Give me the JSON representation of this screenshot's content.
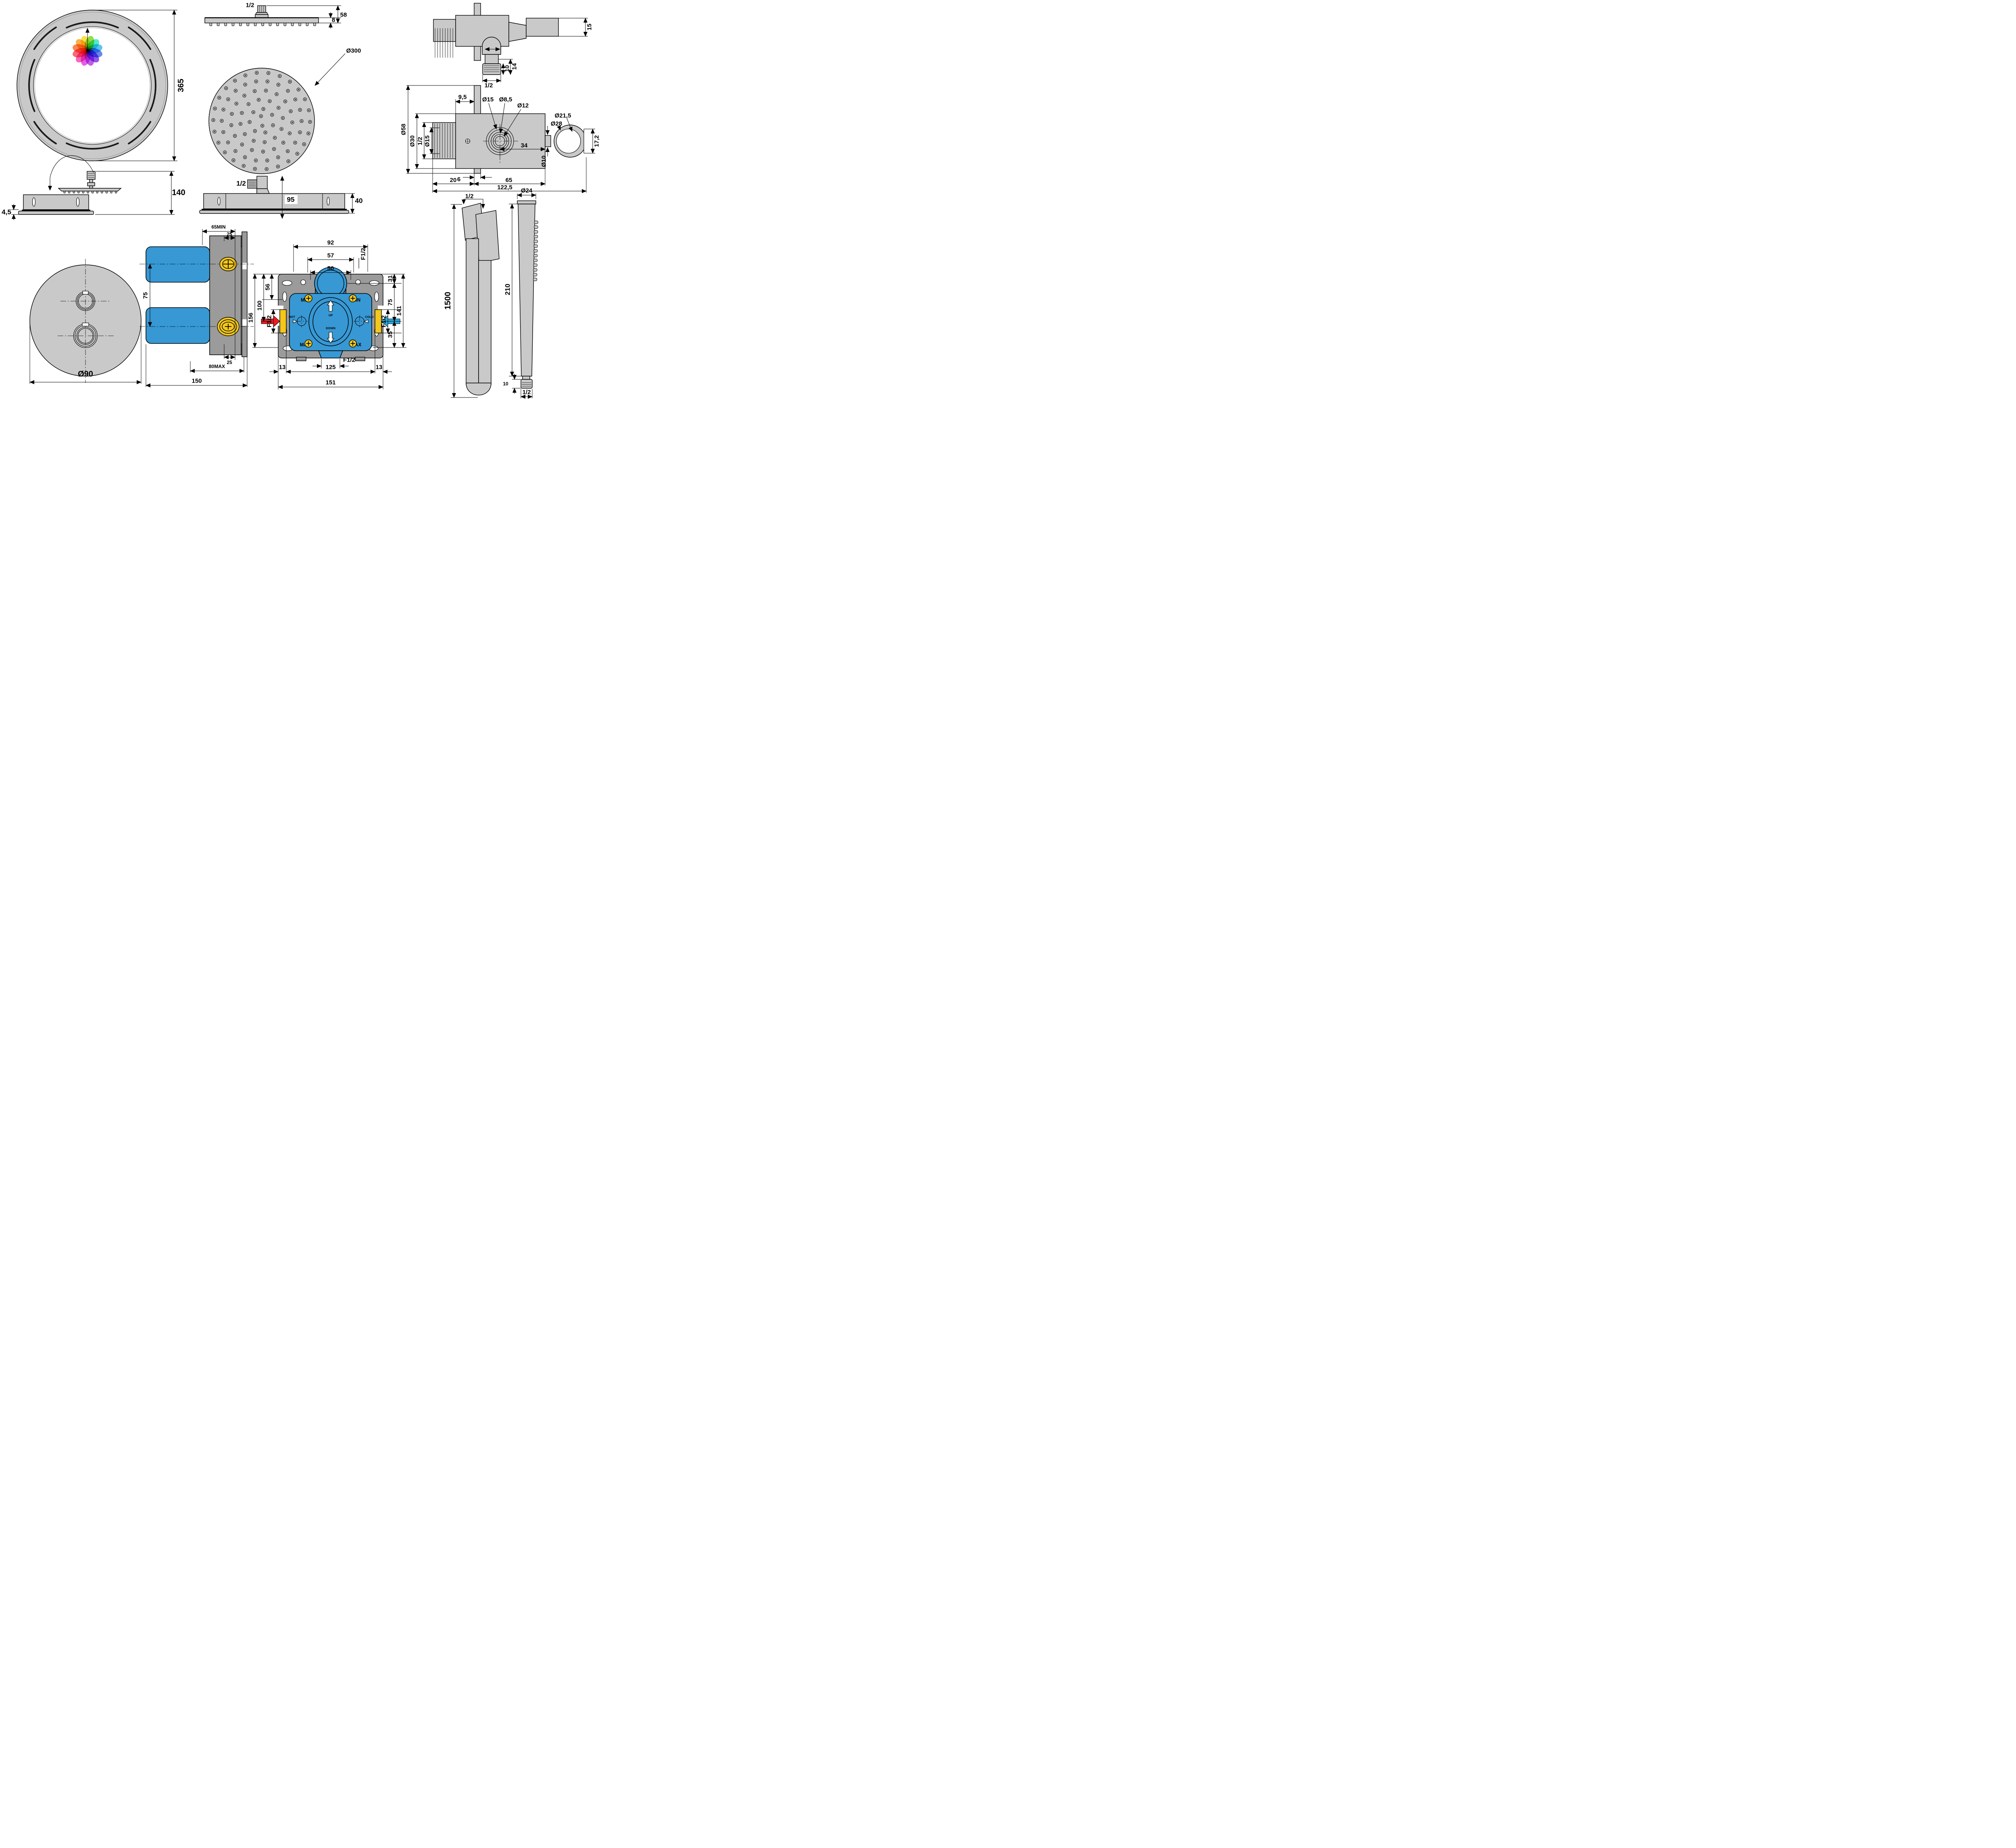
{
  "colors": {
    "part_gray": "#c9c9c9",
    "bracket_gray": "#9b9b9b",
    "valve_blue": "#3798d4",
    "port_yellow": "#f3c71b",
    "hot_red": "#ed1c24",
    "cold_blue": "#29abe2"
  },
  "views": {
    "ring_light": {
      "dims": {
        "height": "365"
      }
    },
    "head_side": {
      "dims": {
        "thread": "1/2",
        "height": "58",
        "plate": "8"
      }
    },
    "head_face": {
      "dims": {
        "diameter": "Ø300"
      }
    },
    "wall_elbow": {
      "dims": {
        "outlet_len": "15",
        "nut": "10",
        "depth": "14",
        "thread": "1/2"
      }
    },
    "holder_section": {
      "dims": {
        "flange": "Ø58",
        "body": "Ø30",
        "thread": "1/2",
        "bore": "Ø15",
        "offset": "9,5",
        "ring_outer": "Ø15",
        "ring_mid": "Ø8,5",
        "ring_inner": "Ø12",
        "hook_inner": "Ø21,5",
        "hook_outer": "Ø28",
        "hook_gap": "17,2",
        "stem": "Ø10",
        "len_34": "34",
        "wall": "6",
        "len_20": "20",
        "len_65": "65",
        "total": "122,5"
      }
    },
    "ceiling_exploded": {
      "dims": {
        "flange": "4,5",
        "height": "140"
      }
    },
    "ceiling_side": {
      "dims": {
        "thread": "1/2",
        "depth": "95",
        "height": "40"
      }
    },
    "trim_plate": {
      "dims": {
        "diameter": "Ø90"
      }
    },
    "valve_side": {
      "dims": {
        "embed_min": "65MIN",
        "offset_top": "25",
        "spacing": "75",
        "offset_bottom": "25",
        "embed_max": "80MAX",
        "width": "150"
      }
    },
    "valve_front": {
      "dims": {
        "w92": "92",
        "w57": "57",
        "w50": "50",
        "top_thread": "F1/2",
        "left56": "56",
        "left100": "100",
        "left156": "156",
        "left_thread": "F1/2",
        "right_thread": "F1/2",
        "right31": "31",
        "right75": "75",
        "right35": "35",
        "right141": "141",
        "bottom_thread": "F1/2",
        "b13l": "13",
        "b125": "125",
        "b13r": "13",
        "b151": "151"
      },
      "labels": {
        "min_left": "MIN",
        "min_right": "MIN",
        "max_left": "MAX",
        "max_right": "MAX",
        "up": "UP",
        "down": "DOWN",
        "hot": "HOT",
        "cold": "COLD"
      }
    },
    "hose": {
      "dims": {
        "thread": "1/2",
        "length": "1500"
      }
    },
    "hand_shower": {
      "dims": {
        "diameter": "Ø24",
        "length": "210",
        "hub": "10",
        "thread": "1/2"
      }
    }
  }
}
